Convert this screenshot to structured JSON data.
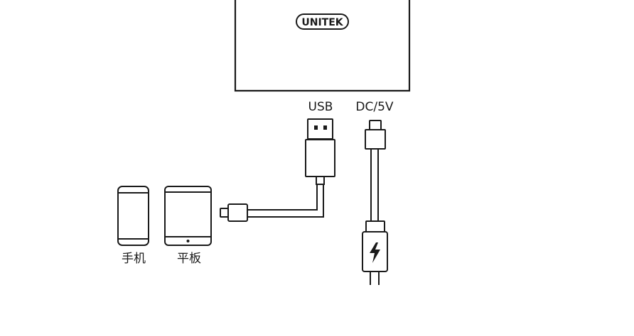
{
  "brand": {
    "logo_text": "UNITEK"
  },
  "ports": {
    "usb_label": "USB",
    "dc_label": "DC/5V"
  },
  "devices": {
    "phone_label": "手机",
    "tablet_label": "平板"
  },
  "colors": {
    "line": "#1a1a1a",
    "background": "#ffffff"
  }
}
